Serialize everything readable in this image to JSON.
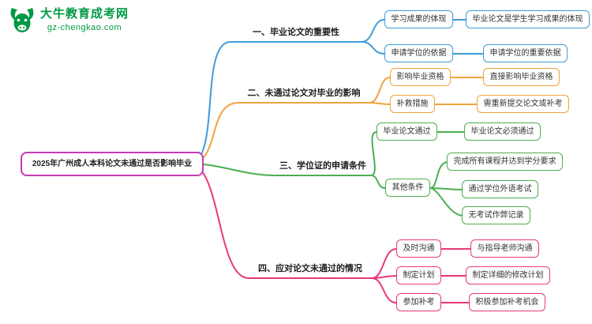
{
  "logo": {
    "title": "大牛教育成考网",
    "subtitle": "gz-chengkao.com"
  },
  "root": {
    "label": "2025年广州成人本科论文未通过是否影响毕业"
  },
  "colors": {
    "blue": "#3E9CD9",
    "orange": "#F2A33B",
    "green": "#4CAF50",
    "pink": "#E8397B",
    "root": "#C33BB4",
    "logo": "#009944"
  },
  "branches": [
    {
      "label": "一、毕业论文的重要性",
      "children": [
        {
          "label": "学习成果的体现",
          "leaves": [
            "毕业论文是学生学习成果的体现"
          ]
        },
        {
          "label": "申请学位的依据",
          "leaves": [
            "申请学位的重要依据"
          ]
        }
      ]
    },
    {
      "label": "二、未通过论文对毕业的影响",
      "children": [
        {
          "label": "影响毕业资格",
          "leaves": [
            "直接影响毕业资格"
          ]
        },
        {
          "label": "补救措施",
          "leaves": [
            "需重新提交论文或补考"
          ]
        }
      ]
    },
    {
      "label": "三、学位证的申请条件",
      "children": [
        {
          "label": "毕业论文通过",
          "leaves": [
            "毕业论文必须通过"
          ]
        },
        {
          "label": "其他条件",
          "leaves": [
            "完成所有课程并达到学分要求",
            "通过学位外语考试",
            "无考试作弊记录"
          ]
        }
      ]
    },
    {
      "label": "四、应对论文未通过的情况",
      "children": [
        {
          "label": "及时沟通",
          "leaves": [
            "与指导老师沟通"
          ]
        },
        {
          "label": "制定计划",
          "leaves": [
            "制定详细的修改计划"
          ]
        },
        {
          "label": "参加补考",
          "leaves": [
            "积极参加补考机会"
          ]
        }
      ]
    }
  ]
}
